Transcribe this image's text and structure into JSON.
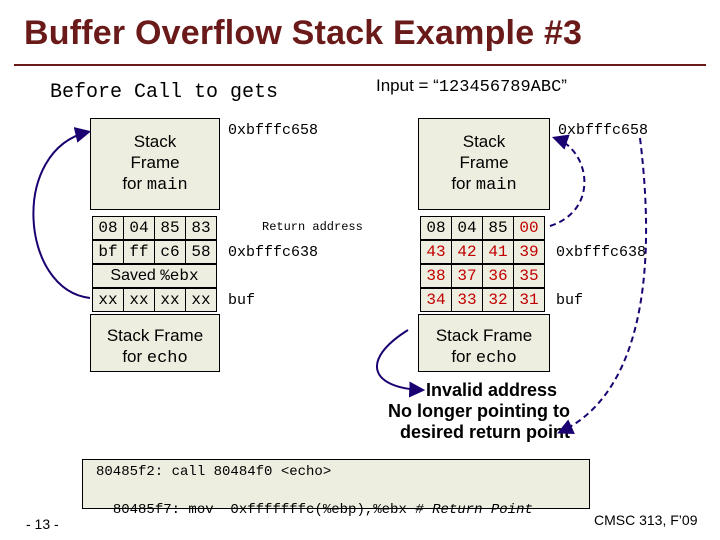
{
  "slide": {
    "title": "Buffer Overflow Stack Example #3",
    "page_number": "- 13 -",
    "footer": "CMSC 313, F’09"
  },
  "left_panel": {
    "heading_prefix": "Before Call to ",
    "heading_fn": "gets",
    "frame_main_line1": "Stack",
    "frame_main_line2": "Frame",
    "frame_main_line3_prefix": "for ",
    "frame_main_line3_fn": "main",
    "addr_top": "0xbfffc658",
    "return_address_label": "Return address",
    "row_return": [
      "08",
      "04",
      "85",
      "83"
    ],
    "row_ebp": [
      "bf",
      "ff",
      "c6",
      "58"
    ],
    "addr_ebp": "0xbfffc638",
    "saved_prefix": "Saved ",
    "saved_reg": "%ebx",
    "row_buf": [
      "xx",
      "xx",
      "xx",
      "xx"
    ],
    "buf_label": "buf",
    "frame_echo_line1": "Stack Frame",
    "frame_echo_line2_prefix": "for ",
    "frame_echo_line2_fn": "echo"
  },
  "right_panel": {
    "input_prefix": "Input = “",
    "input_value": "123456789ABC",
    "input_suffix": "”",
    "frame_main_line1": "Stack",
    "frame_main_line2": "Frame",
    "frame_main_line3_prefix": "for ",
    "frame_main_line3_fn": "main",
    "addr_top": "0xbfffc658",
    "row_return": [
      "08",
      "04",
      "85",
      "00"
    ],
    "row_ebp": [
      "43",
      "42",
      "41",
      "39"
    ],
    "addr_ebp": "0xbfffc638",
    "row_saved": [
      "38",
      "37",
      "36",
      "35"
    ],
    "row_buf": [
      "34",
      "33",
      "32",
      "31"
    ],
    "buf_label": "buf",
    "frame_echo_line1": "Stack Frame",
    "frame_echo_line2_prefix": "for ",
    "frame_echo_line2_fn": "echo",
    "note_line1": "Invalid address",
    "note_line2": "No longer pointing to",
    "note_line3": "desired return point"
  },
  "code": {
    "line1": "80485f2: call 80484f0 <echo>",
    "line2_code": "80485f7: mov  0xfffffffc(%ebp),%ebx ",
    "line2_comment": "# Return Point"
  },
  "colors": {
    "title": "#6b1a1a",
    "frame_fill": "#eeeee0",
    "arrow": "#1a0070",
    "highlight": "#c00000"
  }
}
